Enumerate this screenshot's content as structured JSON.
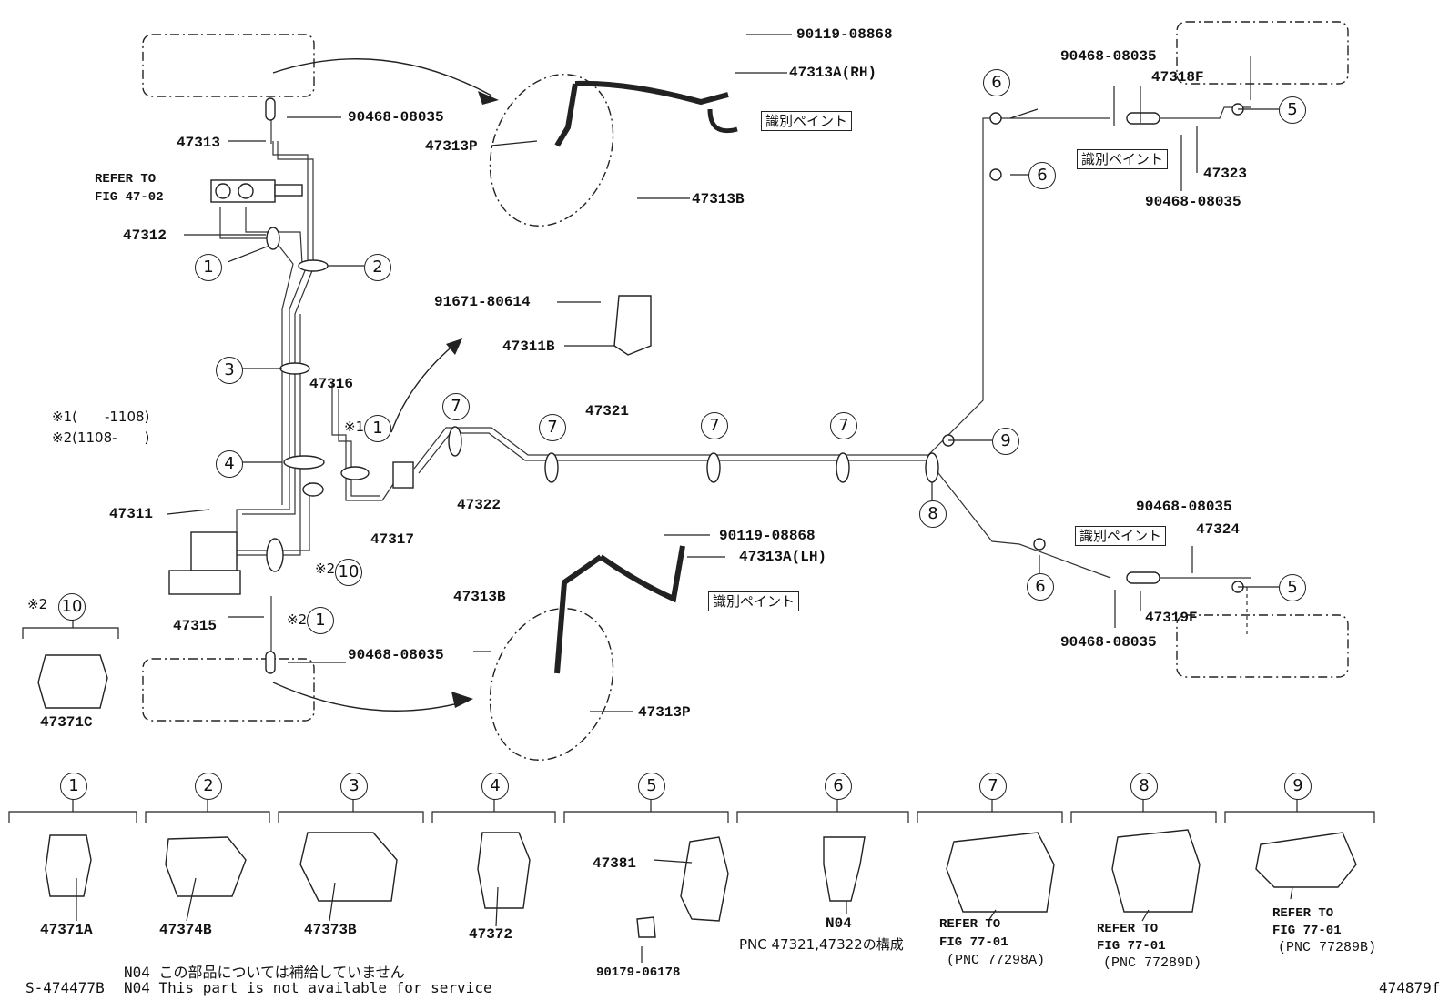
{
  "parts": {
    "p90119_top": "90119-08868",
    "p47313A_rh": "47313A(RH)",
    "p47313P_top": "47313P",
    "p47313B_top": "47313B",
    "p90468_a": "90468-08035",
    "p47313": "47313",
    "refer_47_02_a": "REFER TO",
    "refer_47_02_b": "FIG 47-02",
    "p47312": "47312",
    "p91671": "91671-80614",
    "p47311B": "47311B",
    "p47316": "47316",
    "p47321": "47321",
    "p47322": "47322",
    "p47317": "47317",
    "p47311": "47311",
    "p47315": "47315",
    "p90468_b": "90468-08035",
    "p90119_lh": "90119-08868",
    "p47313A_lh": "47313A(LH)",
    "p47313B_lh": "47313B",
    "p47313P_lh": "47313P",
    "p47371C": "47371C",
    "p90468_c": "90468-08035",
    "p47318F": "47318F",
    "p47323": "47323",
    "p90468_d": "90468-08035",
    "p90468_e": "90468-08035",
    "p47324": "47324",
    "p47319F": "47319F",
    "p90468_f": "90468-08035"
  },
  "paint_label": "識別ペイント",
  "notes": {
    "note1": "※1(　　-1108)",
    "note2": "※2(1108-　　)",
    "mark1": "※1",
    "mark2a": "※2",
    "mark2b": "※2",
    "mark2c": "※2"
  },
  "callouts": [
    "1",
    "2",
    "3",
    "4",
    "5",
    "6",
    "7",
    "8",
    "9",
    "10"
  ],
  "legend": {
    "c1": "47371A",
    "c2": "47374B",
    "c3": "47373B",
    "c4": "47372",
    "c5a": "47381",
    "c5b": "90179-06178",
    "c6": "N04",
    "c6note": "PNC 47321,47322の構成",
    "c7a": "REFER TO",
    "c7b": "FIG 77-01",
    "c7c": "(PNC 77298A)",
    "c8a": "REFER TO",
    "c8b": "FIG 77-01",
    "c8c": "(PNC 77289D)",
    "c9a": "REFER TO",
    "c9b": "FIG 77-01",
    "c9c": "(PNC 77289B)"
  },
  "footer": {
    "code_left": "S-474477B",
    "n04_jp": "N04 この部品については補給していません",
    "n04_en": "N04 This part is not available for service",
    "code_right": "474879f"
  }
}
